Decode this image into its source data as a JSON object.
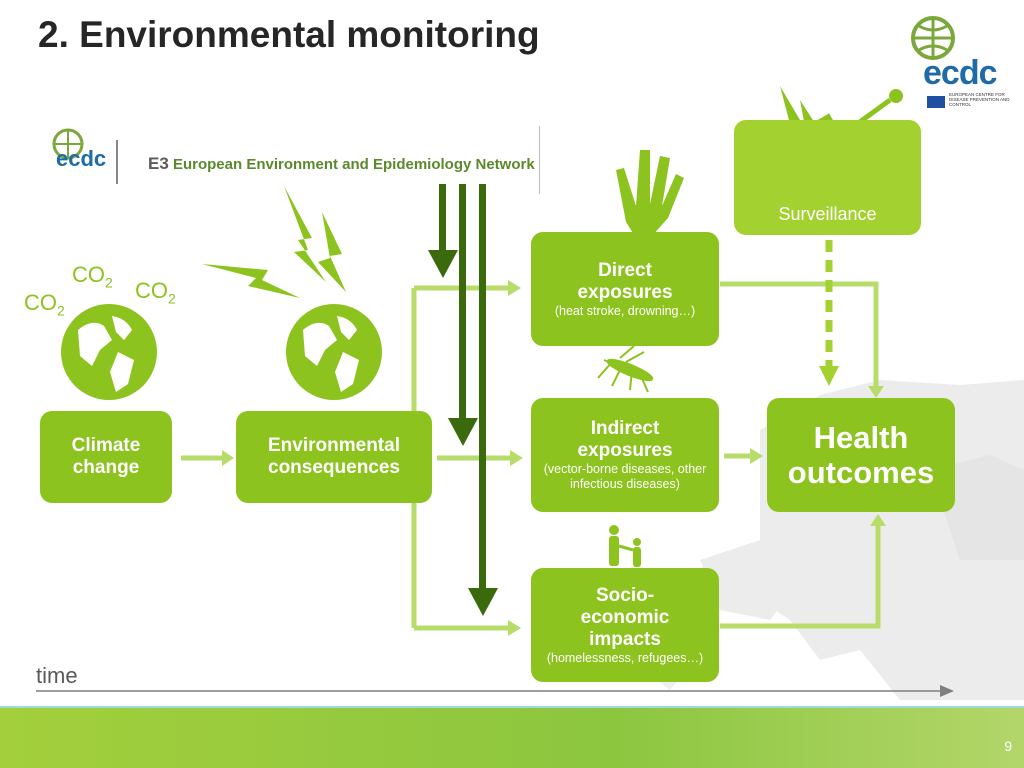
{
  "title": "2. Environmental monitoring",
  "logo": {
    "text": "ecdc",
    "caption": "EUROPEAN CENTRE FOR DISEASE PREVENTION AND CONTROL"
  },
  "network_banner": {
    "prefix": "E3",
    "name": "European Environment and Epidemiology Network",
    "logo_text": "ecdc"
  },
  "co2_labels": [
    "CO",
    "CO",
    "CO"
  ],
  "co2_subscript": "2",
  "boxes": {
    "climate_change": {
      "title": "Climate change"
    },
    "environmental_consequences": {
      "title": "Environmental consequences"
    },
    "direct_exposures": {
      "title": "Direct exposures",
      "detail": "(heat stroke, drowning…)"
    },
    "indirect_exposures": {
      "title": "Indirect exposures",
      "detail": "(vector-borne diseases, other infectious diseases)"
    },
    "socio_economic": {
      "title": "Socio-economic impacts",
      "detail": "(homelessness, refugees…)"
    },
    "health_outcomes": {
      "title": "Health outcomes"
    },
    "surveillance": {
      "title": "Surveillance"
    }
  },
  "time_label": "time",
  "page_number": "9",
  "colors": {
    "box_green": "#8dc31e",
    "arrow_light": "#b7dc6a",
    "arrow_dark": "#3a6a0c",
    "title": "#262626"
  },
  "icons": [
    "globe-icon",
    "lightning-icon",
    "hand-icon",
    "mosquito-icon",
    "family-icon",
    "satellite-icon"
  ]
}
